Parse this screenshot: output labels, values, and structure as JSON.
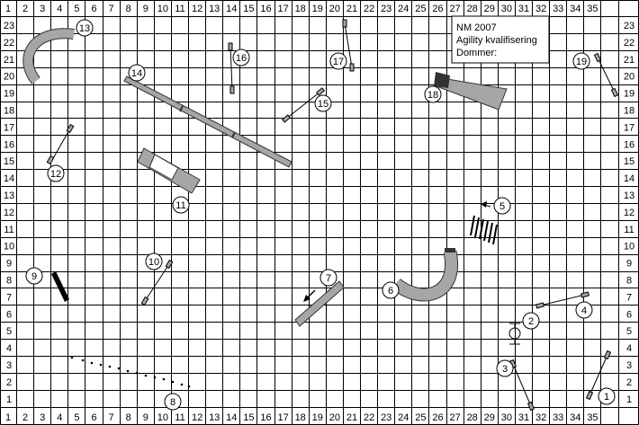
{
  "course": {
    "cols": 35,
    "rows": 23,
    "col_labels": [
      "1",
      "2",
      "3",
      "4",
      "5",
      "6",
      "7",
      "8",
      "9",
      "10",
      "11",
      "12",
      "13",
      "14",
      "15",
      "16",
      "17",
      "18",
      "19",
      "20",
      "21",
      "22",
      "23",
      "24",
      "25",
      "26",
      "27",
      "28",
      "29",
      "30",
      "31",
      "32",
      "33",
      "34",
      "35"
    ],
    "row_labels": [
      "23",
      "22",
      "21",
      "20",
      "19",
      "18",
      "17",
      "16",
      "15",
      "14",
      "13",
      "12",
      "11",
      "10",
      "9",
      "8",
      "7",
      "6",
      "5",
      "4",
      "3",
      "2",
      "1"
    ]
  },
  "info_box": {
    "line1": "NM  2007",
    "line2": "Agility kvalifisering",
    "line3": "Dommer:"
  },
  "obstacles": [
    {
      "num": "1",
      "kind": "jump"
    },
    {
      "num": "2",
      "kind": "tire"
    },
    {
      "num": "3",
      "kind": "jump"
    },
    {
      "num": "4",
      "kind": "jump"
    },
    {
      "num": "5",
      "kind": "weave-poles"
    },
    {
      "num": "6",
      "kind": "tunnel"
    },
    {
      "num": "7",
      "kind": "table"
    },
    {
      "num": "8",
      "kind": "long-jump-dots"
    },
    {
      "num": "9",
      "kind": "wall"
    },
    {
      "num": "10",
      "kind": "jump"
    },
    {
      "num": "11",
      "kind": "chute"
    },
    {
      "num": "12",
      "kind": "jump"
    },
    {
      "num": "13",
      "kind": "tunnel"
    },
    {
      "num": "14",
      "kind": "dog-walk"
    },
    {
      "num": "15",
      "kind": "jump"
    },
    {
      "num": "16",
      "kind": "jump"
    },
    {
      "num": "17",
      "kind": "jump"
    },
    {
      "num": "18",
      "kind": "chute"
    },
    {
      "num": "19",
      "kind": "jump"
    }
  ],
  "colors": {
    "grid": "#000000",
    "equipment_gray": "#a6a6a6",
    "equipment_dark": "#333333"
  }
}
